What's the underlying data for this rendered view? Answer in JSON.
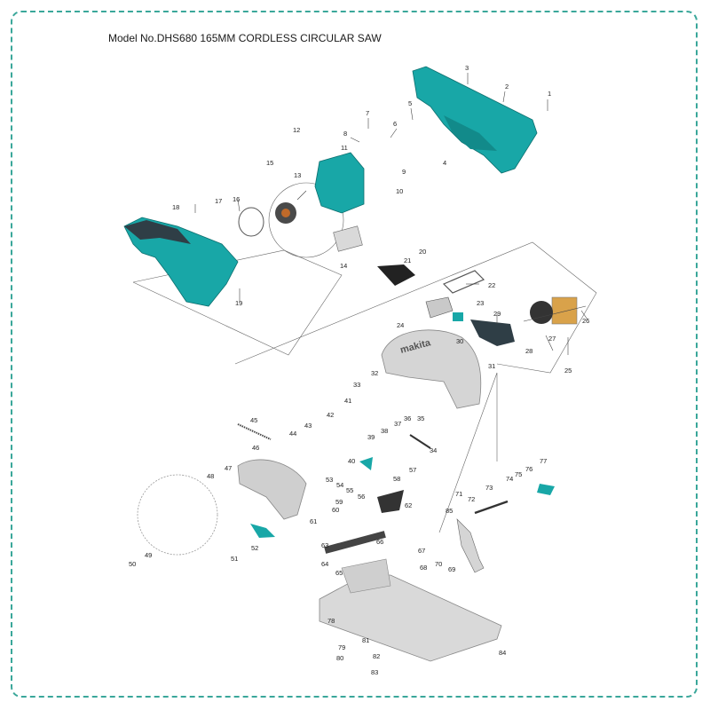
{
  "title": "Model No.DHS680 165MM CORDLESS CIRCULAR SAW",
  "brand": "makita",
  "colors": {
    "frame": "#3aa79a",
    "teal": "#18a7a7",
    "dark": "#2f3e46",
    "gray": "#c9c9c9",
    "black": "#222222"
  },
  "parts": [
    {
      "n": "1"
    },
    {
      "n": "2"
    },
    {
      "n": "3"
    },
    {
      "n": "4"
    },
    {
      "n": "5"
    },
    {
      "n": "6"
    },
    {
      "n": "7"
    },
    {
      "n": "8"
    },
    {
      "n": "9"
    },
    {
      "n": "10"
    },
    {
      "n": "11"
    },
    {
      "n": "12"
    },
    {
      "n": "13"
    },
    {
      "n": "14"
    },
    {
      "n": "15"
    },
    {
      "n": "16"
    },
    {
      "n": "17"
    },
    {
      "n": "18"
    },
    {
      "n": "19"
    },
    {
      "n": "20"
    },
    {
      "n": "21"
    },
    {
      "n": "22"
    },
    {
      "n": "23"
    },
    {
      "n": "24"
    },
    {
      "n": "25"
    },
    {
      "n": "26"
    },
    {
      "n": "27"
    },
    {
      "n": "28"
    },
    {
      "n": "29"
    },
    {
      "n": "30"
    },
    {
      "n": "31"
    },
    {
      "n": "32"
    },
    {
      "n": "33"
    },
    {
      "n": "34"
    },
    {
      "n": "35"
    },
    {
      "n": "36"
    },
    {
      "n": "37"
    },
    {
      "n": "38"
    },
    {
      "n": "39"
    },
    {
      "n": "40"
    },
    {
      "n": "41"
    },
    {
      "n": "42"
    },
    {
      "n": "43"
    },
    {
      "n": "44"
    },
    {
      "n": "45"
    },
    {
      "n": "46"
    },
    {
      "n": "47"
    },
    {
      "n": "48"
    },
    {
      "n": "49"
    },
    {
      "n": "50"
    },
    {
      "n": "51"
    },
    {
      "n": "52"
    },
    {
      "n": "53"
    },
    {
      "n": "54"
    },
    {
      "n": "55"
    },
    {
      "n": "56"
    },
    {
      "n": "57"
    },
    {
      "n": "58"
    },
    {
      "n": "59"
    },
    {
      "n": "60"
    },
    {
      "n": "61"
    },
    {
      "n": "62"
    },
    {
      "n": "63"
    },
    {
      "n": "64"
    },
    {
      "n": "65"
    },
    {
      "n": "66"
    },
    {
      "n": "67"
    },
    {
      "n": "68"
    },
    {
      "n": "69"
    },
    {
      "n": "70"
    },
    {
      "n": "71"
    },
    {
      "n": "72"
    },
    {
      "n": "73"
    },
    {
      "n": "74"
    },
    {
      "n": "75"
    },
    {
      "n": "76"
    },
    {
      "n": "77"
    },
    {
      "n": "78"
    },
    {
      "n": "79"
    },
    {
      "n": "80"
    },
    {
      "n": "81"
    },
    {
      "n": "82"
    },
    {
      "n": "83"
    },
    {
      "n": "84"
    },
    {
      "n": "85"
    }
  ]
}
